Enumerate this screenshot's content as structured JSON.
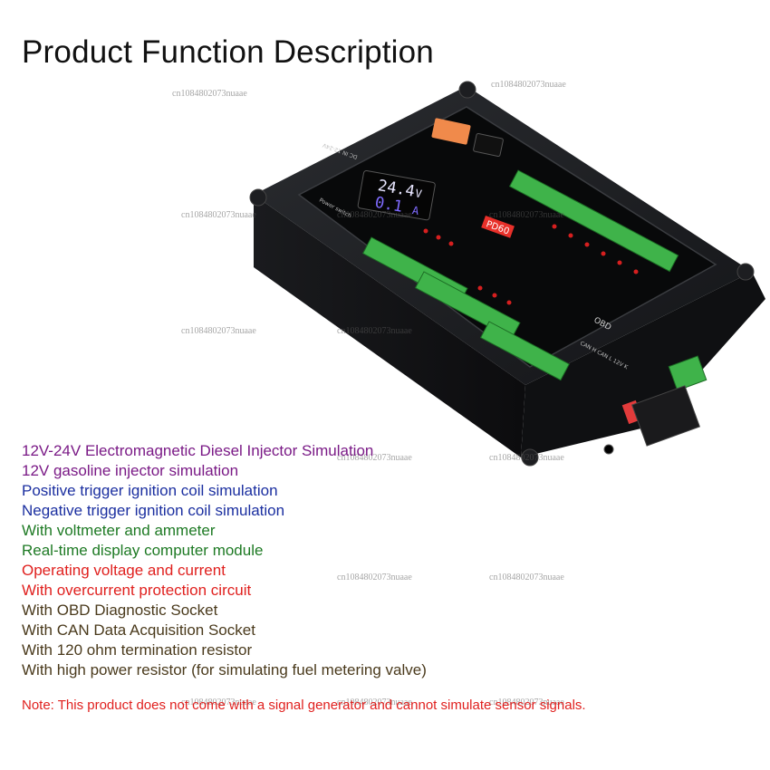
{
  "title": "Product Function Description",
  "features": [
    {
      "text": "12V-24V Electromagnetic Diesel Injector Simulation",
      "color": "#7a1a86"
    },
    {
      "text": "12V gasoline injector simulation",
      "color": "#7a1a86"
    },
    {
      "text": "Positive trigger ignition coil simulation",
      "color": "#1b2fa0"
    },
    {
      "text": "Negative trigger ignition coil simulation",
      "color": "#1b2fa0"
    },
    {
      "text": "With voltmeter and ammeter",
      "color": "#1e7a24"
    },
    {
      "text": "Real-time display computer module",
      "color": "#1e7a24"
    },
    {
      "text": "Operating voltage and current",
      "color": "#e0201e"
    },
    {
      "text": "With overcurrent protection circuit",
      "color": "#e0201e"
    },
    {
      "text": "With OBD Diagnostic Socket",
      "color": "#4a3a1c"
    },
    {
      "text": "With CAN Data Acquisition Socket",
      "color": "#4a3a1c"
    },
    {
      "text": "With 120 ohm termination resistor",
      "color": "#4a3a1c"
    },
    {
      "text": "With high power resistor (for simulating fuel metering valve)",
      "color": "#4a3a1c"
    }
  ],
  "note": "Note: This product does not come with a signal generator and cannot simulate sensor signals.",
  "watermark": "cn1084802073nuaae",
  "device": {
    "display_top": "24.4",
    "display_unit_top": "V",
    "display_bottom": "0.1",
    "display_unit_bottom": "A",
    "model_badge": "PD60",
    "power_label": "Power switch",
    "dc_label": "DC IN 12-24V",
    "port_label": "OBD",
    "can_label": "CAN H CAN L 12V K"
  }
}
